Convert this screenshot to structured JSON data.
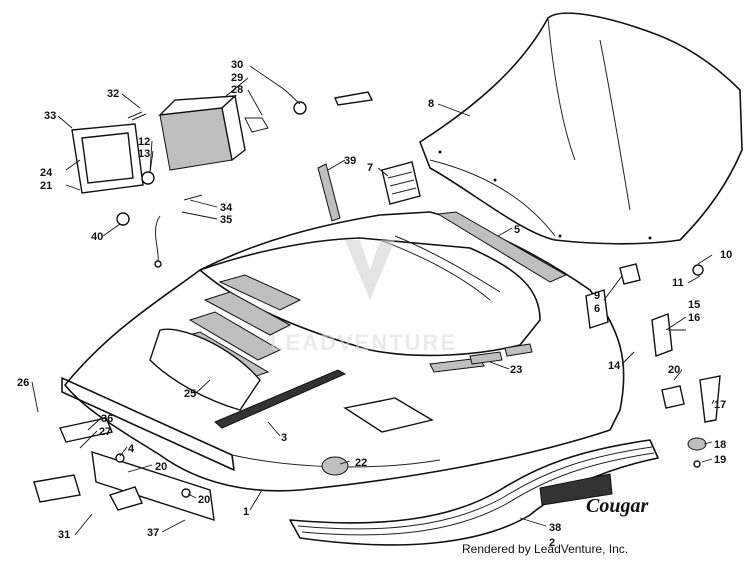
{
  "diagram": {
    "callouts": [
      {
        "id": "c1",
        "label": "1"
      },
      {
        "id": "c2",
        "label": "2"
      },
      {
        "id": "c3",
        "label": "3"
      },
      {
        "id": "c4",
        "label": "4"
      },
      {
        "id": "c5",
        "label": "5"
      },
      {
        "id": "c6",
        "label": "6"
      },
      {
        "id": "c7",
        "label": "7"
      },
      {
        "id": "c8",
        "label": "8"
      },
      {
        "id": "c9",
        "label": "9"
      },
      {
        "id": "c10",
        "label": "10"
      },
      {
        "id": "c11",
        "label": "11"
      },
      {
        "id": "c12",
        "label": "12"
      },
      {
        "id": "c13",
        "label": "13"
      },
      {
        "id": "c14",
        "label": "14"
      },
      {
        "id": "c15",
        "label": "15"
      },
      {
        "id": "c16",
        "label": "16"
      },
      {
        "id": "c17",
        "label": "17"
      },
      {
        "id": "c18",
        "label": "18"
      },
      {
        "id": "c19",
        "label": "19"
      },
      {
        "id": "c20a",
        "label": "20"
      },
      {
        "id": "c20b",
        "label": "20"
      },
      {
        "id": "c20c",
        "label": "20"
      },
      {
        "id": "c21",
        "label": "21"
      },
      {
        "id": "c22",
        "label": "22"
      },
      {
        "id": "c23",
        "label": "23"
      },
      {
        "id": "c24",
        "label": "24"
      },
      {
        "id": "c25",
        "label": "25"
      },
      {
        "id": "c26",
        "label": "26"
      },
      {
        "id": "c27",
        "label": "27"
      },
      {
        "id": "c28",
        "label": "28"
      },
      {
        "id": "c29",
        "label": "29"
      },
      {
        "id": "c30",
        "label": "30"
      },
      {
        "id": "c31",
        "label": "31"
      },
      {
        "id": "c32",
        "label": "32"
      },
      {
        "id": "c33",
        "label": "33"
      },
      {
        "id": "c34",
        "label": "34"
      },
      {
        "id": "c35",
        "label": "35"
      },
      {
        "id": "c36",
        "label": "36"
      },
      {
        "id": "c37",
        "label": "37"
      },
      {
        "id": "c38",
        "label": "38"
      },
      {
        "id": "c39",
        "label": "39"
      },
      {
        "id": "c40",
        "label": "40"
      }
    ],
    "decal_text": "Cougar",
    "watermark_text": "LEADVENTURE"
  },
  "footer": {
    "credit": "Rendered by LeadVenture, Inc."
  }
}
